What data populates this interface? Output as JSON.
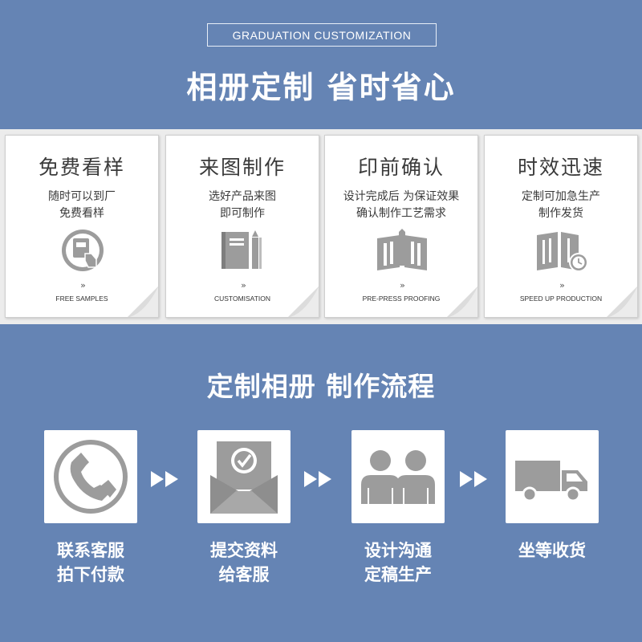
{
  "header": {
    "tagline": "GRADUATION CUSTOMIZATION",
    "headline": "相册定制 省时省心"
  },
  "features": [
    {
      "title": "免费看样",
      "desc_line1": "随时可以到厂",
      "desc_line2": "免费看样",
      "chevron": "»",
      "caption": "FREE SAMPLES",
      "icon": "hand-card-icon"
    },
    {
      "title": "来图制作",
      "desc_line1": "选好产品来图",
      "desc_line2": "即可制作",
      "chevron": "»",
      "caption": "CUSTOMISATION",
      "icon": "book-pencil-icon"
    },
    {
      "title": "印前确认",
      "desc_line1": "设计完成后 为保证效果",
      "desc_line2": "确认制作工艺需求",
      "chevron": "»",
      "caption": "PRE-PRESS PROOFING",
      "icon": "open-book-icon"
    },
    {
      "title": "时效迅速",
      "desc_line1": "定制可加急生产",
      "desc_line2": "制作发货",
      "chevron": "»",
      "caption": "SPEED UP PRODUCTION",
      "icon": "book-clock-icon"
    }
  ],
  "process": {
    "title": "定制相册 制作流程",
    "steps": [
      {
        "line1": "联系客服",
        "line2": "拍下付款",
        "icon": "phone-icon"
      },
      {
        "line1": "提交资料",
        "line2": "给客服",
        "icon": "envelope-check-icon"
      },
      {
        "line1": "设计沟通",
        "line2": "定稿生产",
        "icon": "people-icon"
      },
      {
        "line1": "坐等收货",
        "line2": "",
        "icon": "truck-icon"
      }
    ]
  },
  "colors": {
    "background": "#6584b4",
    "icon_gray": "#9c9c9c",
    "text_dark": "#3a3a3a"
  }
}
